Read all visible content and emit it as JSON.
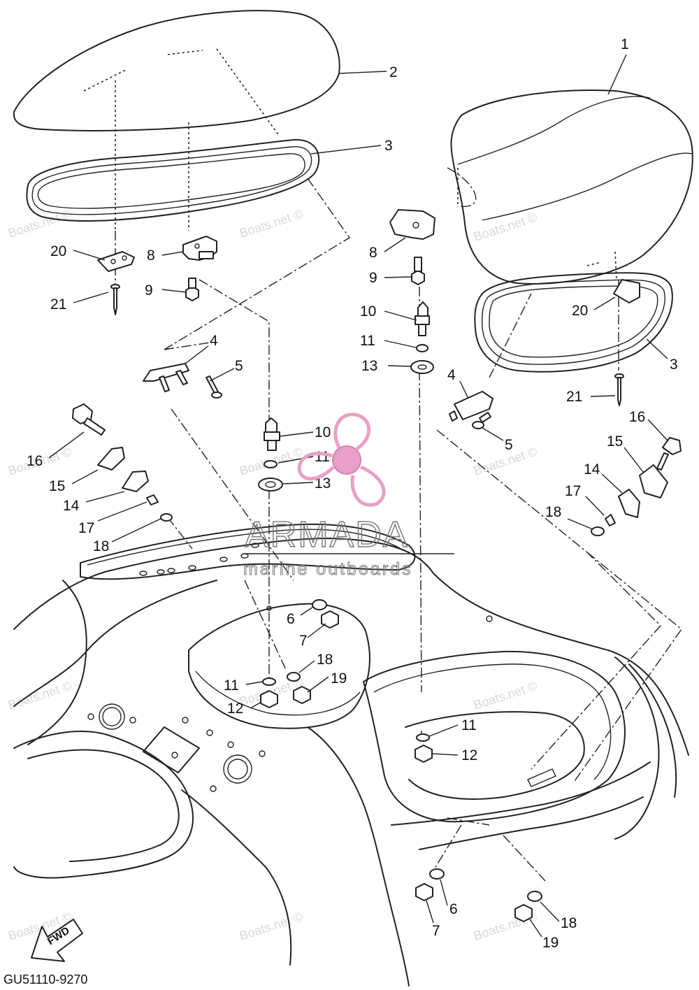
{
  "diagram": {
    "callouts": [
      {
        "id": "c1",
        "label": "1"
      },
      {
        "id": "c2",
        "label": "2"
      },
      {
        "id": "c3a",
        "label": "3"
      },
      {
        "id": "c3b",
        "label": "3"
      },
      {
        "id": "c4a",
        "label": "4"
      },
      {
        "id": "c4b",
        "label": "4"
      },
      {
        "id": "c5a",
        "label": "5"
      },
      {
        "id": "c5b",
        "label": "5"
      },
      {
        "id": "c6a",
        "label": "6"
      },
      {
        "id": "c6b",
        "label": "6"
      },
      {
        "id": "c7a",
        "label": "7"
      },
      {
        "id": "c7b",
        "label": "7"
      },
      {
        "id": "c8a",
        "label": "8"
      },
      {
        "id": "c8b",
        "label": "8"
      },
      {
        "id": "c9a",
        "label": "9"
      },
      {
        "id": "c9b",
        "label": "9"
      },
      {
        "id": "c10a",
        "label": "10"
      },
      {
        "id": "c10b",
        "label": "10"
      },
      {
        "id": "c11a",
        "label": "11"
      },
      {
        "id": "c11b",
        "label": "11"
      },
      {
        "id": "c11c",
        "label": "11"
      },
      {
        "id": "c11d",
        "label": "11"
      },
      {
        "id": "c12a",
        "label": "12"
      },
      {
        "id": "c12b",
        "label": "12"
      },
      {
        "id": "c13a",
        "label": "13"
      },
      {
        "id": "c13b",
        "label": "13"
      },
      {
        "id": "c14a",
        "label": "14"
      },
      {
        "id": "c14b",
        "label": "14"
      },
      {
        "id": "c15a",
        "label": "15"
      },
      {
        "id": "c15b",
        "label": "15"
      },
      {
        "id": "c16a",
        "label": "16"
      },
      {
        "id": "c16b",
        "label": "16"
      },
      {
        "id": "c17a",
        "label": "17"
      },
      {
        "id": "c17b",
        "label": "17"
      },
      {
        "id": "c18a",
        "label": "18"
      },
      {
        "id": "c18b",
        "label": "18"
      },
      {
        "id": "c18c",
        "label": "18"
      },
      {
        "id": "c18d",
        "label": "18"
      },
      {
        "id": "c19a",
        "label": "19"
      },
      {
        "id": "c19b",
        "label": "19"
      },
      {
        "id": "c20a",
        "label": "20"
      },
      {
        "id": "c20b",
        "label": "20"
      },
      {
        "id": "c21a",
        "label": "21"
      },
      {
        "id": "c21b",
        "label": "21"
      }
    ],
    "fwd_label": "FWD",
    "diagram_code": "GU51110-9270"
  },
  "watermarks": {
    "site": "Boats.net ©",
    "brand_name": "ARMADA",
    "brand_tagline": "marine outboards",
    "logo_color": "#e8a0c8"
  }
}
